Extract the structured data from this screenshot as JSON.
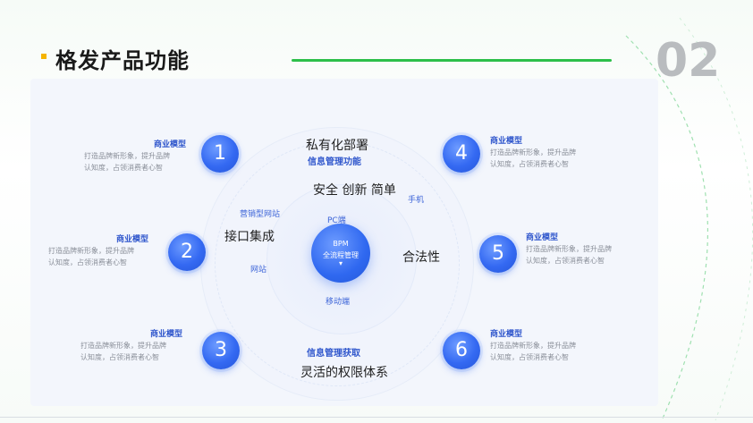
{
  "header": {
    "title": "格发产品功能",
    "page_number": "02",
    "bullet_color": "#f5b400",
    "line_color": "#2dbf4a"
  },
  "center": {
    "core_line1": "BPM",
    "core_line2": "全流程管理",
    "core_arrow": "▾",
    "outer_top_label": "私有化部署",
    "outer_top_sub": "信息管理功能",
    "inner_top_label": "安全 创新 简单",
    "left_label": "接口集成",
    "right_label": "合法性",
    "bottom_label": "灵活的权限体系",
    "bottom_sub": "信息管理获取",
    "tag_pc": "PC端",
    "tag_mobile": "移动端",
    "tag_left_top": "营销型网站",
    "tag_left_mid": "网站",
    "tag_right_top": "手机"
  },
  "cards": [
    {
      "number": "1",
      "title": "商业模型",
      "desc": [
        "打造品牌新形象，提升品牌",
        "认知度，占领消费者心智"
      ]
    },
    {
      "number": "2",
      "title": "商业模型",
      "desc": [
        "打造品牌新形象，提升品牌",
        "认知度，占领消费者心智"
      ]
    },
    {
      "number": "3",
      "title": "商业模型",
      "desc": [
        "打造品牌新形象，提升品牌",
        "认知度，占领消费者心智"
      ]
    },
    {
      "number": "4",
      "title": "商业模型",
      "desc": [
        "打造品牌新形象，提升品牌",
        "认知度，占领消费者心智"
      ]
    },
    {
      "number": "5",
      "title": "商业模型",
      "desc": [
        "打造品牌新形象，提升品牌",
        "认知度，占领消费者心智"
      ]
    },
    {
      "number": "6",
      "title": "商业模型",
      "desc": [
        "打造品牌新形象，提升品牌",
        "认知度，占领消费者心智"
      ]
    }
  ]
}
